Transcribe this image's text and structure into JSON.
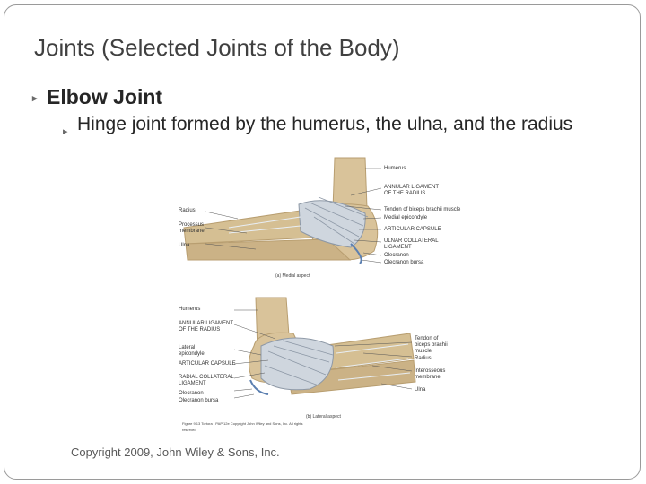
{
  "slide": {
    "title": "Joints (Selected Joints of the Body)",
    "bullet_level1": "Elbow Joint",
    "bullet_level2": "Hinge joint formed by the humerus, the ulna, and the radius",
    "copyright": "Copyright 2009, John Wiley & Sons, Inc."
  },
  "figure": {
    "medial": {
      "left_labels": [
        "Radius",
        "Processus",
        "membrane",
        "Ulna"
      ],
      "right_labels": [
        "Humerus",
        "ANNULAR LIGAMENT",
        "OF THE RADIUS",
        "Tendon of biceps brachii muscle",
        "Medial epicondyle",
        "ARTICULAR CAPSULE",
        "ULNAR COLLATERAL",
        "LIGAMENT",
        "Olecranon",
        "Olecranon bursa"
      ],
      "caption": "(a) Medial aspect"
    },
    "lateral": {
      "left_labels": [
        "Humerus",
        "ANNULAR LIGAMENT",
        "OF THE RADIUS",
        "Lateral",
        "epicondyle",
        "ARTICULAR CAPSULE",
        "RADIAL COLLATERAL",
        "LIGAMENT",
        "Olecranon",
        "Olecranon bursa"
      ],
      "right_labels": [
        "Tendon of",
        "biceps brachii",
        "muscle",
        "Radius",
        "Interosseous",
        "membrane",
        "Ulna"
      ],
      "caption": "(b) Lateral aspect",
      "credit": "Figure 9.13 Tortora - PAP 12e Copyright John Wiley and Sons, Inc. All rights reserved"
    },
    "colors": {
      "bone": "#d9c39a",
      "bone_shade": "#b89e70",
      "ligament": "#cfd6de",
      "ligament_line": "#8d98a6",
      "bursa": "#5b7fb0"
    }
  }
}
